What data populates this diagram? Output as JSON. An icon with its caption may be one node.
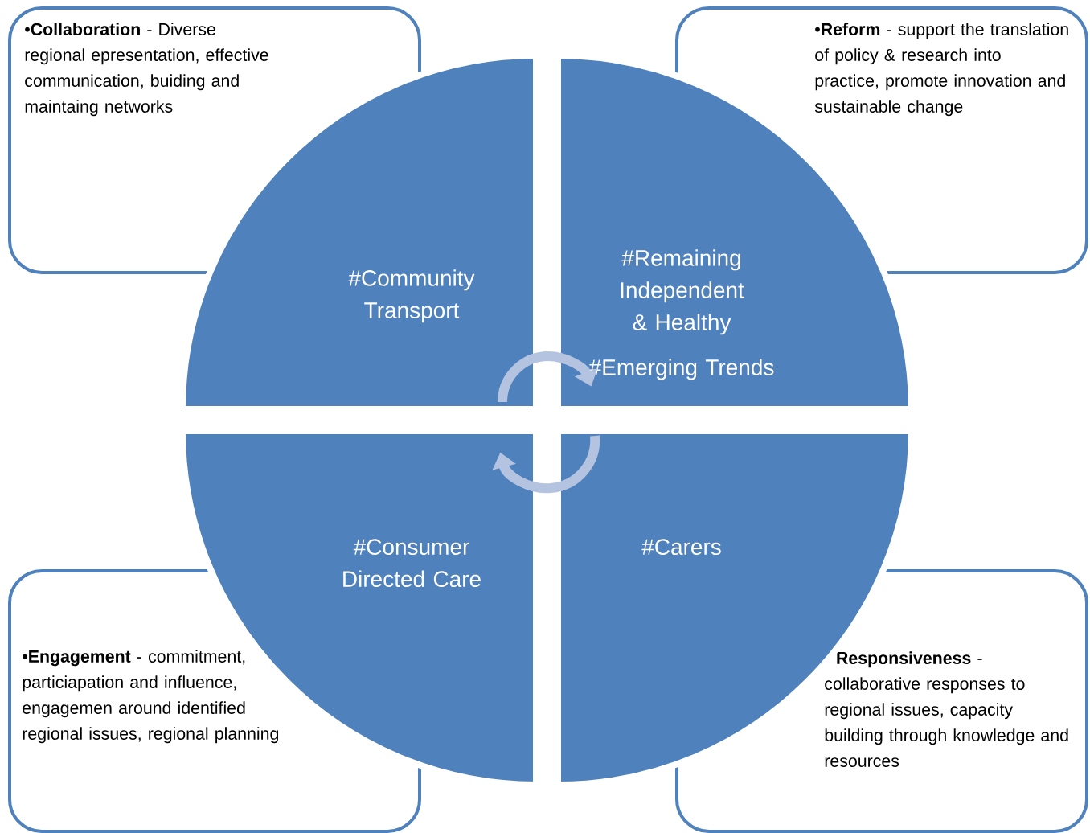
{
  "diagram": {
    "nodes": [
      {
        "text": [
          "•**Collaboration** - Diverse regional epresentation, effective communication, buiding and maintaing networks"
        ]
      },
      {
        "text": [
          "•**Reform** - support the translation of policy & research into practice, promote innovation and sustainable change"
        ]
      },
      {
        "text": [
          "#Community Transport"
        ]
      },
      {
        "text": [
          "#Remaining Independent & Healthy",
          "#Emerging Trends"
        ]
      },
      {
        "text": [
          "#Consumer Directed Care"
        ]
      },
      {
        "text": [
          "#Carers"
        ]
      },
      {
        "text": [
          "•**Engagement** - commitment, particiapation and influence, engagemen around identified regional issues, regional planning"
        ]
      },
      {
        "text": [
          "**Responsiveness** - collaborative responses to regional issues, capacity building through knowledge and resources"
        ]
      }
    ],
    "edges": [
      {
        "from": 2,
        "to": 3,
        "arrow": "to"
      },
      {
        "from": 5,
        "to": 4,
        "arrow": "to"
      }
    ]
  }
}
